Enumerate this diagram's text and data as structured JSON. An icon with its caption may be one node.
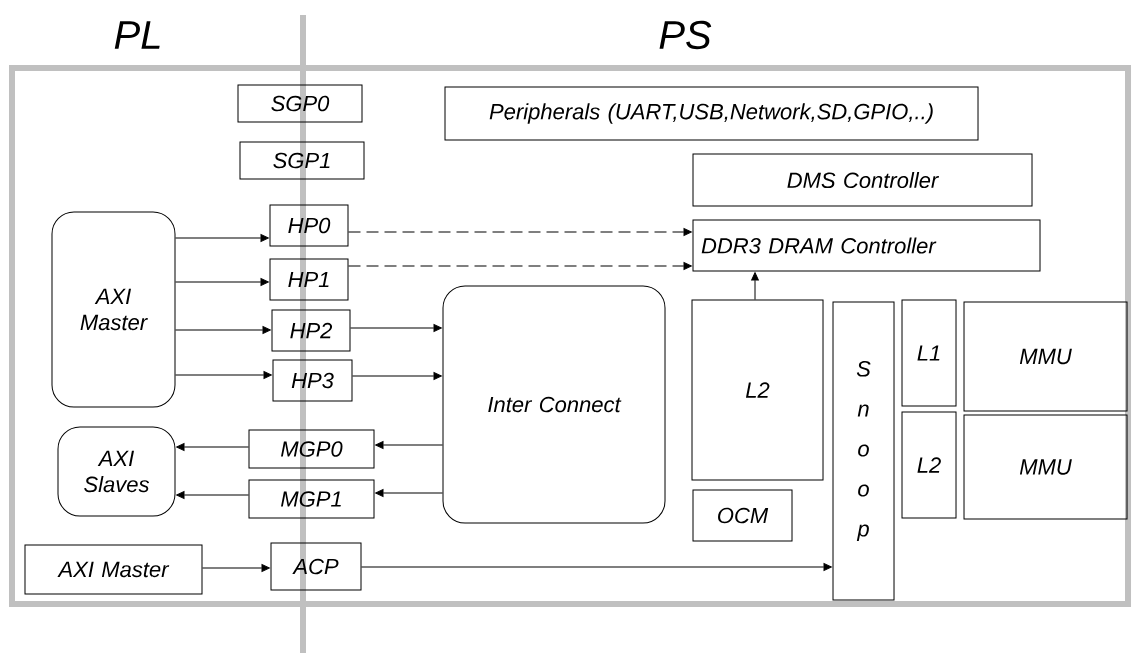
{
  "diagram": {
    "nodes": [
      {
        "text": [
          "SGP0"
        ]
      },
      {
        "text": [
          "SGP1"
        ]
      },
      {
        "text": [
          "Peripherals (UART,USB,Network,SD,GPIO,..)"
        ]
      },
      {
        "text": [
          "Inter Connect"
        ]
      },
      {
        "text": [
          "DMS Controller"
        ]
      },
      {
        "text": [
          "DDR3 DRAM Controller"
        ]
      },
      {
        "text": [
          "AXI Master"
        ]
      },
      {
        "text": [
          "HP0"
        ]
      },
      {
        "text": [
          "HP1"
        ]
      },
      {
        "text": [
          "HP2"
        ]
      },
      {
        "text": [
          "HP3"
        ]
      },
      {
        "text": [
          "L2"
        ]
      },
      {
        "text": [
          "Snoop"
        ]
      },
      {
        "text": [
          "L1"
        ]
      },
      {
        "text": [
          "MMU"
        ]
      },
      {
        "text": [
          "L2"
        ]
      },
      {
        "text": [
          "MMU"
        ]
      },
      {
        "text": [
          "AXI Slaves"
        ]
      },
      {
        "text": [
          "MGP0"
        ]
      },
      {
        "text": [
          "MGP1"
        ]
      },
      {
        "text": [
          "OCM"
        ]
      },
      {
        "text": [
          "AXI Master"
        ]
      },
      {
        "text": [
          "ACP"
        ]
      }
    ],
    "edges": [
      {
        "from": 6,
        "to": 7,
        "arrow": "to"
      },
      {
        "from": 6,
        "to": 8,
        "arrow": "to"
      },
      {
        "from": 6,
        "to": 9,
        "arrow": "to"
      },
      {
        "from": 6,
        "to": 10,
        "arrow": "to"
      },
      {
        "from": 7,
        "to": 5,
        "arrow": "to",
        "style": "dashed"
      },
      {
        "from": 8,
        "to": 5,
        "arrow": "to",
        "style": "dashed"
      },
      {
        "from": 9,
        "to": 3,
        "arrow": "to"
      },
      {
        "from": 10,
        "to": 3,
        "arrow": "to"
      },
      {
        "from": 3,
        "to": 18,
        "arrow": "to"
      },
      {
        "from": 3,
        "to": 19,
        "arrow": "to"
      },
      {
        "from": 18,
        "to": 17,
        "arrow": "to"
      },
      {
        "from": 19,
        "to": 17,
        "arrow": "to"
      },
      {
        "from": 11,
        "to": 5,
        "arrow": "to"
      },
      {
        "from": 21,
        "to": 22,
        "arrow": "to"
      },
      {
        "from": 22,
        "to": 12,
        "arrow": "to"
      }
    ],
    "labels": [
      "PL",
      "PS"
    ]
  }
}
